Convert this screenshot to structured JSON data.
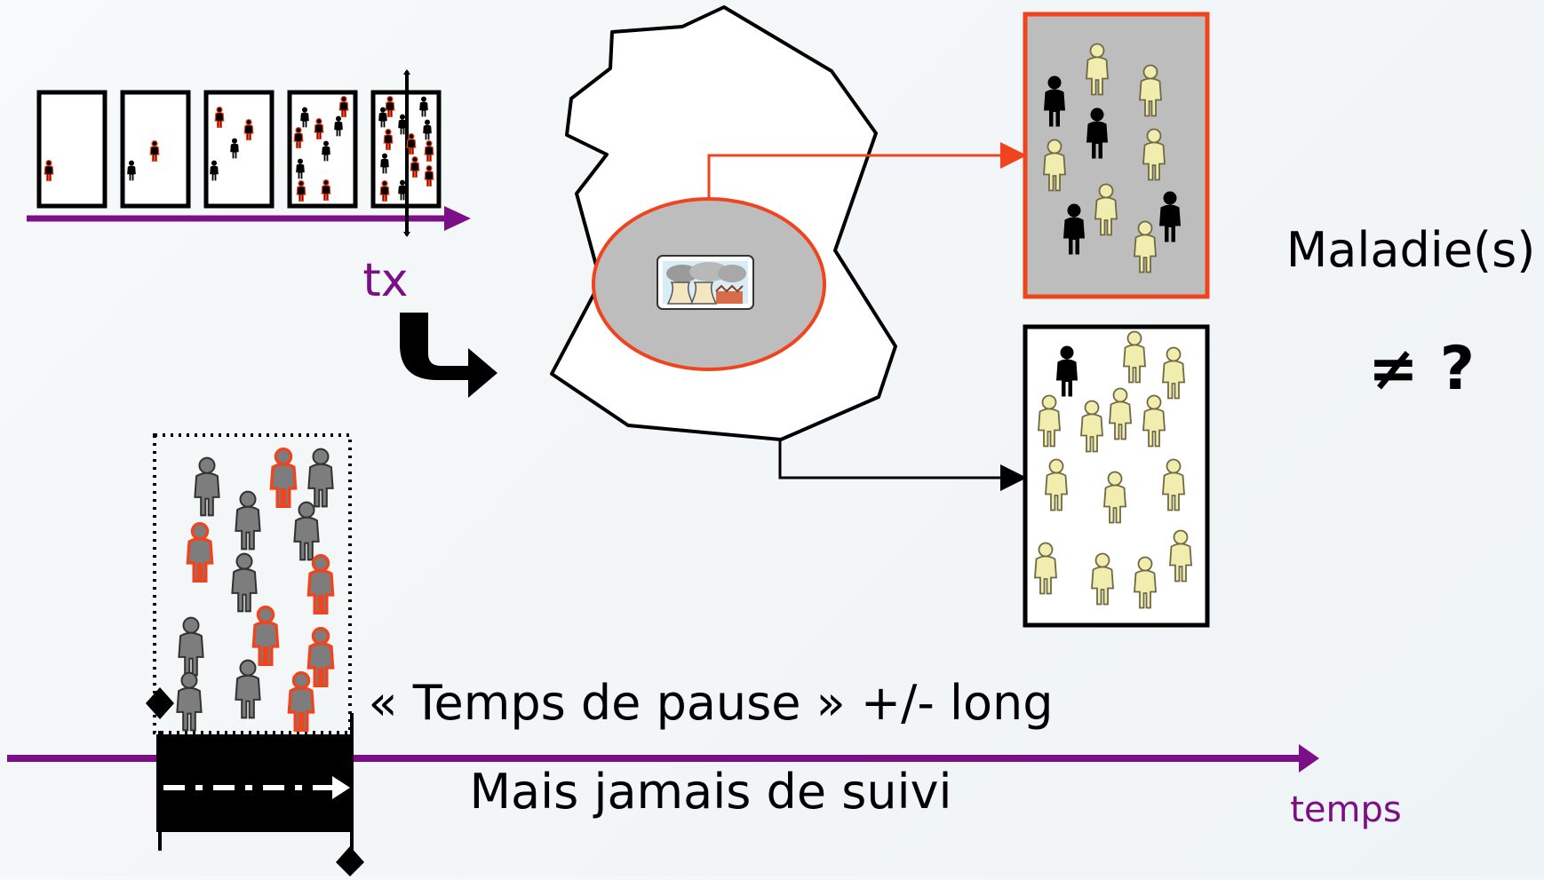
{
  "labels": {
    "tx": "tx",
    "maladie": "Maladie(s)",
    "neq": "≠ ?",
    "pause": "« Temps de pause » +/- long",
    "suivi": "Mais jamais de suivi",
    "temps": "temps"
  },
  "colors": {
    "purple": "#7b0f86",
    "red": "#f0441e",
    "black": "#000000",
    "beige": "#f1edae",
    "grey_fill": "#bdbdbd",
    "dark_grey_person": "#7d7d7d"
  },
  "icons": {
    "person": "person-icon",
    "factory": "factory-icon",
    "curved_arrow": "curved-arrow-icon"
  }
}
